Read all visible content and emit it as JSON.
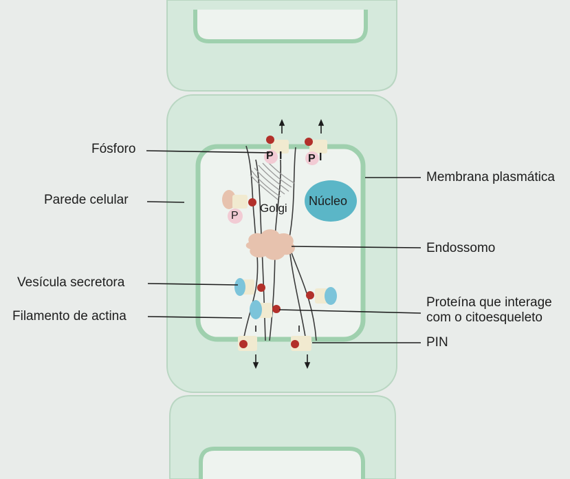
{
  "labels": {
    "fosforo": "Fósforo",
    "parede_celular": "Parede celular",
    "vesicula_secretora": "Vesícula secretora",
    "filamento_actina": "Filamento de actina",
    "membrana_plasmatica": "Membrana plasmática",
    "endossomo": "Endossomo",
    "proteina_line1": "Proteína que interage",
    "proteina_line2": "com o citoesqueleto",
    "pin": "PIN"
  },
  "inner": {
    "golgi": "Golgi",
    "nucleo": "Núcleo",
    "phosphate_symbol": "P",
    "pin_bar": "I"
  },
  "colors": {
    "background": "#e9ecea",
    "cell_wall": "#d5e9dc",
    "wall_outline": "#b9d6c2",
    "membrane": "#9fd0ae",
    "cytoplasm": "#eef3ef",
    "nucleus": "#5bb6c7",
    "vesicle": "#7cc4da",
    "protein_dot": "#b2302a",
    "pin_body": "#f1ead0",
    "phosphate": "#f2cbd4",
    "endosome": "#e7c2ae",
    "golgi": "#9a9a9a",
    "line": "#1d1d1d"
  }
}
